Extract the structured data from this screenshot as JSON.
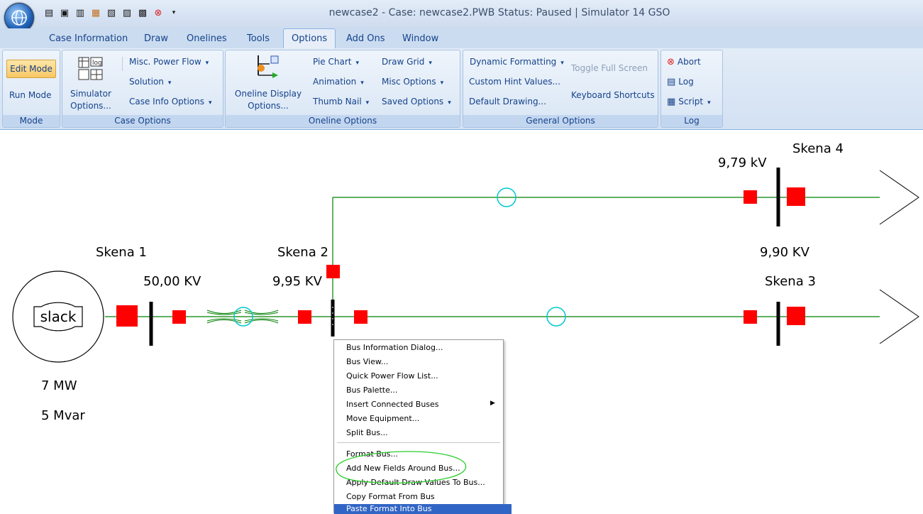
{
  "window": {
    "title": "newcase2 - Case: newcase2.PWB  Status: Paused | Simulator 14 GSO"
  },
  "quick_access": {
    "icons": [
      "new-case-icon",
      "save-icon",
      "print-icon",
      "grid-icon",
      "chart-icon",
      "calc-icon",
      "table-icon",
      "close-red-icon",
      "customize-qat-icon"
    ]
  },
  "tabs": [
    "Case Information",
    "Draw",
    "Onelines",
    "Tools",
    "Options",
    "Add Ons",
    "Window"
  ],
  "active_tab": "Options",
  "ribbon": {
    "mode": {
      "edit_label": "Edit Mode",
      "run_label": "Run Mode",
      "group_label": "Mode"
    },
    "case_options": {
      "simulator_options_line1": "Simulator",
      "simulator_options_line2": "Options...",
      "misc_power_flow": "Misc. Power Flow",
      "solution": "Solution",
      "case_info_options": "Case Info Options",
      "group_label": "Case Options"
    },
    "oneline_options": {
      "display_line1": "Oneline Display",
      "display_line2": "Options...",
      "pie_chart": "Pie Chart",
      "animation": "Animation",
      "thumb_nail": "Thumb Nail",
      "draw_grid": "Draw Grid",
      "misc_options": "Misc Options",
      "saved_options": "Saved Options",
      "group_label": "Oneline Options"
    },
    "general_options": {
      "dynamic_formatting": "Dynamic Formatting",
      "custom_hint_values": "Custom Hint Values...",
      "default_drawing": "Default Drawing...",
      "toggle_full_screen": "Toggle Full Screen",
      "keyboard_shortcuts": "Keyboard Shortcuts",
      "group_label": "General Options"
    },
    "log": {
      "abort": "Abort",
      "log": "Log",
      "script": "Script",
      "group_label": "Log"
    }
  },
  "oneline": {
    "bus1_name": "Skena 1",
    "bus1_voltage": "50,00 KV",
    "bus2_name": "Skena 2",
    "bus2_voltage": "9,95 KV",
    "bus3_name": "Skena 3",
    "bus3_voltage": "9,90 KV",
    "bus4_name": "Skena 4",
    "bus4_voltage": "9,79 kV",
    "gen_label": "slack",
    "gen_mw": "7 MW",
    "gen_mvar": "5 Mvar",
    "colors": {
      "line": "#008000",
      "breaker": "#ff0000",
      "bus": "#000000",
      "flow": "#00c8d0"
    }
  },
  "context_menu": {
    "items": [
      "Bus Information Dialog...",
      "Bus View...",
      "Quick Power Flow List...",
      "Bus Palette...",
      "Insert Connected Buses",
      "Move Equipment...",
      "Split Bus...",
      "Format Bus...",
      "Add New Fields Around Bus...",
      "Apply Default Draw Values To Bus...",
      "Copy Format From Bus",
      "Paste Format Into Bus"
    ]
  }
}
